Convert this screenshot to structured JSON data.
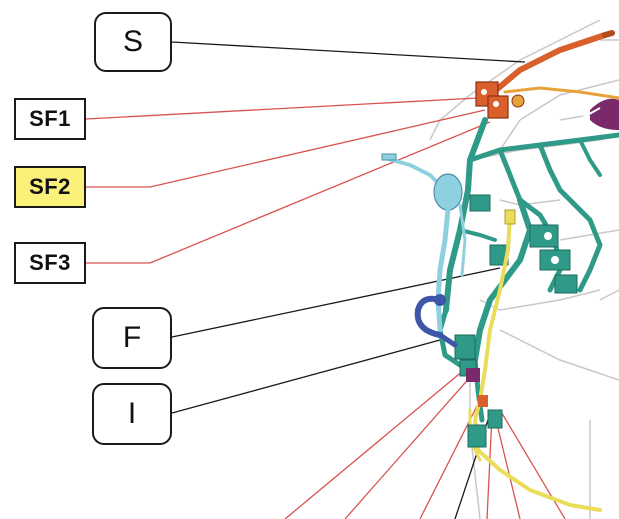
{
  "labels": {
    "s": {
      "text": "S",
      "fill": "#ffffff",
      "leader_color": "#1a1a1a"
    },
    "sf1": {
      "text": "SF1",
      "fill": "#ffffff",
      "leader_color": "#d9534f"
    },
    "sf2": {
      "text": "SF2",
      "fill": "#fbf07a",
      "leader_color": "#d9534f"
    },
    "sf3": {
      "text": "SF3",
      "fill": "#ffffff",
      "leader_color": "#d9534f"
    },
    "f": {
      "text": "F",
      "fill": "#ffffff",
      "leader_color": "#1a1a1a"
    },
    "i": {
      "text": "I",
      "fill": "#ffffff",
      "leader_color": "#1a1a1a"
    }
  },
  "colors": {
    "harness_main": "#2f9a88",
    "harness_light": "#8fd0e0",
    "harness_blue": "#3d56a8",
    "harness_orange": "#d9602a",
    "harness_yellow": "#e9dd5a",
    "harness_purple": "#7a2a6a",
    "body_outline": "#c8c8c8",
    "red_leader": "#d9534f",
    "black_leader": "#1a1a1a"
  },
  "icons": [
    "wiring-harness-illustration"
  ]
}
